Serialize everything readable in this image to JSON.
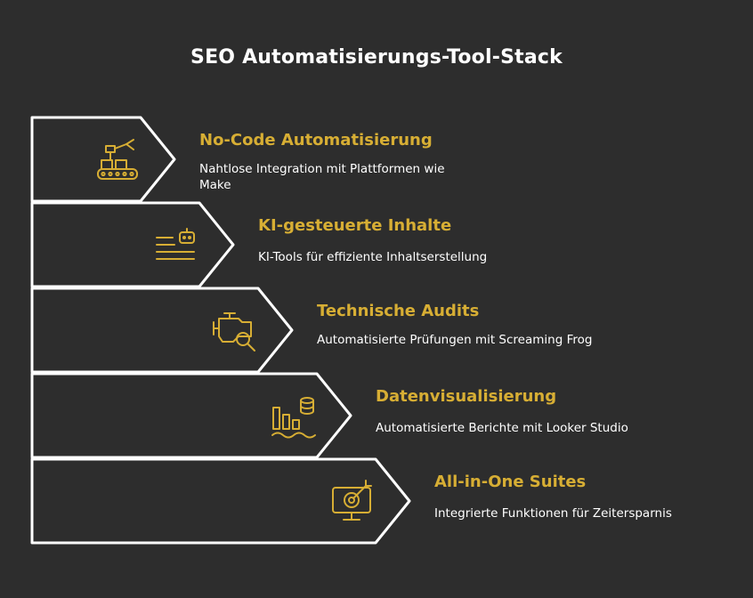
{
  "diagram": {
    "title": "SEO Automatisierungs-Tool-Stack",
    "colors": {
      "background": "#2d2d2d",
      "outline": "#ffffff",
      "accent": "#d7ae34",
      "text": "#ffffff"
    },
    "steps": [
      {
        "title": "No-Code Automatisierung",
        "description": "Nahtlose Integration mit Plattformen wie Make",
        "icon": "robot-arm-conveyor-icon"
      },
      {
        "title": "KI-gesteuerte Inhalte",
        "description": "KI-Tools für effiziente Inhaltserstellung",
        "icon": "robot-text-icon"
      },
      {
        "title": "Technische Audits",
        "description": "Automatisierte Prüfungen mit Screaming Frog",
        "icon": "engine-inspect-icon"
      },
      {
        "title": "Datenvisualisierung",
        "description": "Automatisierte Berichte mit Looker Studio",
        "icon": "bar-chart-database-icon"
      },
      {
        "title": "All-in-One Suites",
        "description": "Integrierte Funktionen für Zeitersparnis",
        "icon": "monitor-target-icon"
      }
    ]
  }
}
